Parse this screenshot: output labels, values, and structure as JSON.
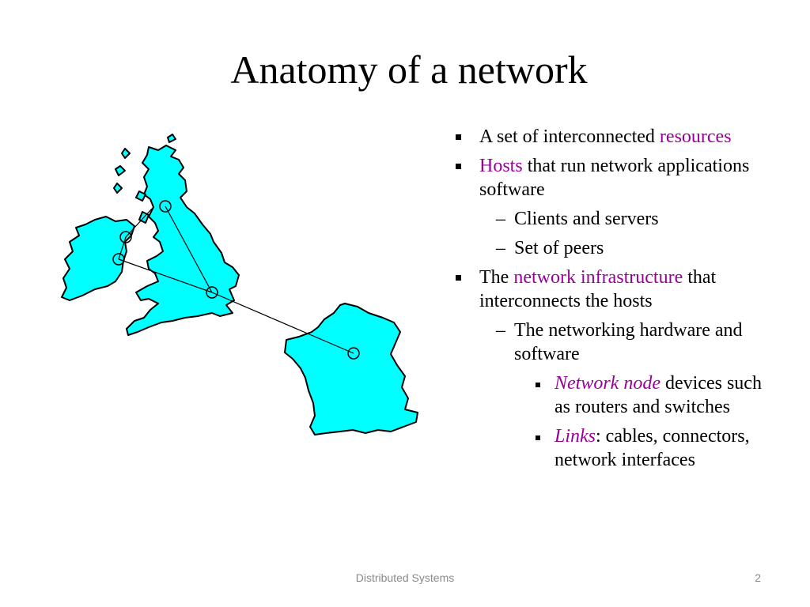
{
  "slide": {
    "title": "Anatomy of a network",
    "footer_title": "Distributed Systems",
    "page_number": "2"
  },
  "colors": {
    "highlight": "#990099",
    "map_fill": "#00ffff",
    "footer_text": "#8a8a8a"
  },
  "map": {
    "regions": [
      "Great Britain",
      "Ireland",
      "France"
    ],
    "illustration": "map-with-network-links"
  },
  "bullets": {
    "b1_text": "A set of interconnected ",
    "b1_highlight": "resources",
    "b2_highlight": "Hosts",
    "b2_text": " that run network applications software",
    "b2_sub1": "Clients and servers",
    "b2_sub2": "Set of peers",
    "b3_prefix": "The ",
    "b3_highlight": "network infrastructure",
    "b3_text": " that interconnects the hosts",
    "b3_sub1": "The networking hardware and software",
    "b3_sub1_item1_em": "Network node",
    "b3_sub1_item1_text": " devices such as routers and switches",
    "b3_sub1_item2_em": "Links",
    "b3_sub1_item2_text": ": cables, connectors, network interfaces",
    "dash": "–"
  }
}
